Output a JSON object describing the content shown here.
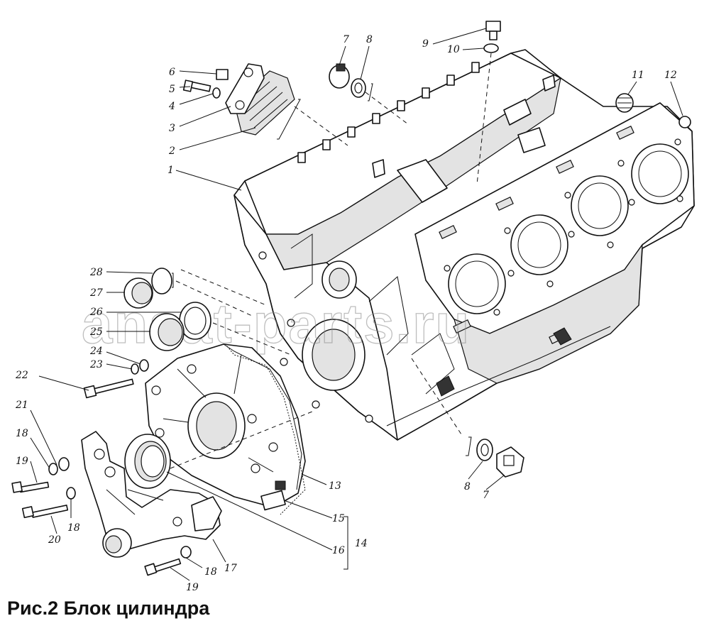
{
  "caption": "Рис.2 Блок цилиндра",
  "watermark": "ansat-parts.ru",
  "callouts": {
    "n1": "1",
    "n2": "2",
    "n3": "3",
    "n4": "4",
    "n5": "5",
    "n6": "6",
    "n7a": "7",
    "n7b": "7",
    "n8a": "8",
    "n8b": "8",
    "n9": "9",
    "n10": "10",
    "n11": "11",
    "n12": "12",
    "n13": "13",
    "n14": "14",
    "n15": "15",
    "n16": "16",
    "n17": "17",
    "n18a": "18",
    "n18b": "18",
    "n18c": "18",
    "n19a": "19",
    "n19b": "19",
    "n20": "20",
    "n21": "21",
    "n22": "22",
    "n23": "23",
    "n24": "24",
    "n25": "25",
    "n26": "26",
    "n27": "27",
    "n28": "28"
  }
}
